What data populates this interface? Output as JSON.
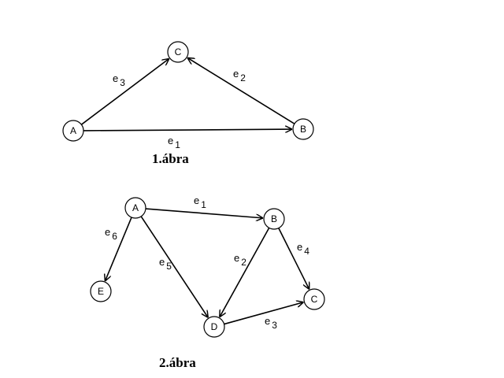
{
  "diagram1": {
    "caption": "1.ábra",
    "nodes": [
      {
        "id": "A",
        "label": "A"
      },
      {
        "id": "B",
        "label": "B"
      },
      {
        "id": "C",
        "label": "C"
      }
    ],
    "edges": [
      {
        "id": "e1",
        "from": "A",
        "to": "B",
        "base": "e",
        "sub": "1"
      },
      {
        "id": "e2",
        "from": "B",
        "to": "C",
        "base": "e",
        "sub": "2"
      },
      {
        "id": "e3",
        "from": "A",
        "to": "C",
        "base": "e",
        "sub": "3"
      }
    ]
  },
  "diagram2": {
    "caption": "2.ábra",
    "nodes": [
      {
        "id": "A",
        "label": "A"
      },
      {
        "id": "B",
        "label": "B"
      },
      {
        "id": "C",
        "label": "C"
      },
      {
        "id": "D",
        "label": "D"
      },
      {
        "id": "E",
        "label": "E"
      }
    ],
    "edges": [
      {
        "id": "e1",
        "from": "A",
        "to": "B",
        "base": "e",
        "sub": "1"
      },
      {
        "id": "e2",
        "from": "B",
        "to": "D",
        "base": "e",
        "sub": "2"
      },
      {
        "id": "e3",
        "from": "D",
        "to": "C",
        "base": "e",
        "sub": "3"
      },
      {
        "id": "e4",
        "from": "B",
        "to": "C",
        "base": "e",
        "sub": "4"
      },
      {
        "id": "e5",
        "from": "A",
        "to": "D",
        "base": "e",
        "sub": "5"
      },
      {
        "id": "e6",
        "from": "A",
        "to": "E",
        "base": "e",
        "sub": "6"
      }
    ]
  }
}
